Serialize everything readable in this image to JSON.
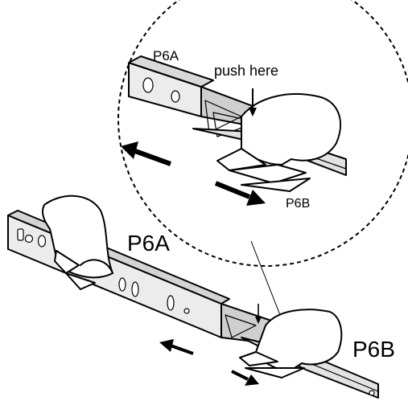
{
  "labels": {
    "zoom_part_a": "P6A",
    "zoom_push": "push here",
    "zoom_part_b": "P6B",
    "main_part_a": "P6A",
    "main_part_b": "P6B"
  },
  "colors": {
    "ink": "#000000",
    "rail_light": "#ededed",
    "rail_mid": "#d6d6d6",
    "rail_dark": "#9a9a9a",
    "hand": "#ffffff"
  },
  "icons": {
    "arrow_left": "arrow-left-icon",
    "arrow_right": "arrow-right-icon",
    "arrow_down": "arrow-down-icon"
  }
}
